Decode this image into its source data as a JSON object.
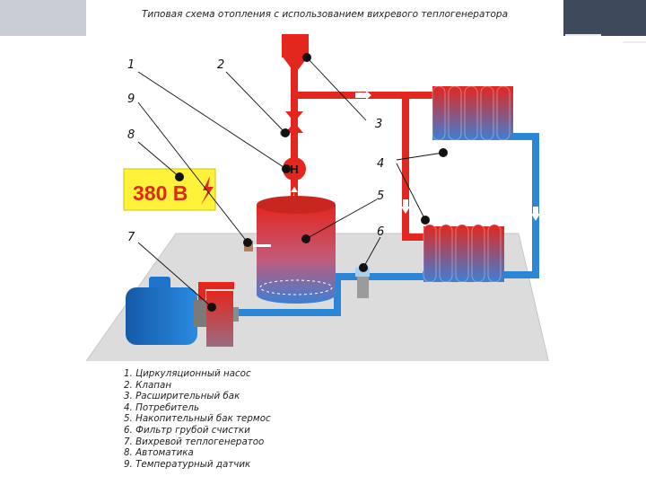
{
  "title": "Типовая схема отопления с использованием вихревого теплогенератора",
  "voltage_label": "380 В",
  "pump_letter": "Н",
  "callout_numbers": [
    "1",
    "2",
    "3",
    "4",
    "5",
    "6",
    "7",
    "8",
    "9"
  ],
  "legend": [
    "1. Циркуляционный насос",
    "2. Клапан",
    "3. Расширительный бак",
    "4. Потребитель",
    "5. Накопительный бак термос",
    "6. Фильтр грубой счистки",
    "7. Вихревой теплогенератоо",
    "8. Автоматика",
    "9. Температурный датчик"
  ],
  "colors": {
    "hot": "#e3271e",
    "cold": "#2b86d6",
    "floor": "#dcdcdc",
    "warning_panel": "#fff23a",
    "motor": "#1f73c8",
    "header_dark": "#3d4a5c"
  }
}
